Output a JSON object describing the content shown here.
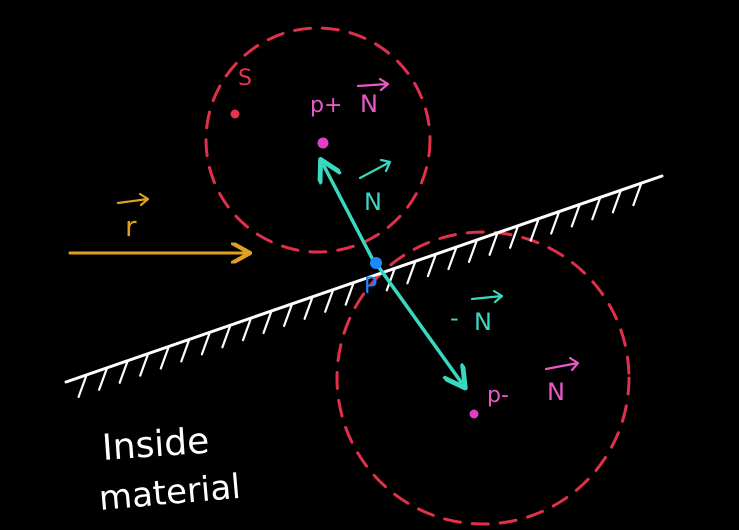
{
  "colors": {
    "background": "#000000",
    "surface": "#ffffff",
    "circle": "#e0304a",
    "point_s": "#e8344e",
    "point_pink": "#e040c8",
    "point_p": "#1e88ff",
    "normal": "#3ad8c0",
    "ray": "#e0a020",
    "label_pink": "#e85ac8",
    "label_s": "#e8344e",
    "label_p": "#1e88ff",
    "label_white": "#ffffff"
  },
  "labels": {
    "s": "S",
    "p_plus_n_prefix": "p+",
    "p_plus_n_vec": "N",
    "n_vec": "N",
    "r_vec": "r",
    "p": "P",
    "minus_n_prefix": "-",
    "minus_n_vec": "N",
    "p_minus_n_prefix": "p-",
    "p_minus_n_vec": "N",
    "inside_line1": "Inside",
    "inside_line2": "material"
  }
}
